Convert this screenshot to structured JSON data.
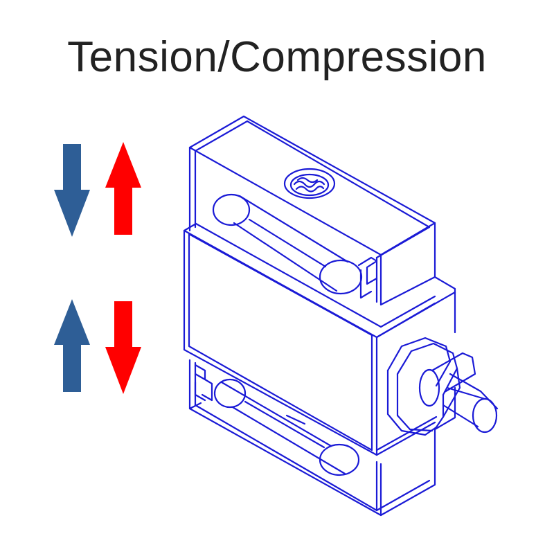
{
  "title": "Tension/Compression",
  "colors": {
    "title": "#222222",
    "tension_down_arrow": "#2e5e96",
    "tension_up_arrow": "#ff0000",
    "compression_up_arrow": "#2e5e96",
    "compression_down_arrow": "#ff0000",
    "outline": "#1a1ad6"
  },
  "arrows": [
    {
      "id": "top-left",
      "direction": "down",
      "color": "blue"
    },
    {
      "id": "top-right",
      "direction": "up",
      "color": "red"
    },
    {
      "id": "bottom-left",
      "direction": "up",
      "color": "blue"
    },
    {
      "id": "bottom-right",
      "direction": "down",
      "color": "red"
    }
  ],
  "illustration": "s-type-load-cell-line-drawing"
}
